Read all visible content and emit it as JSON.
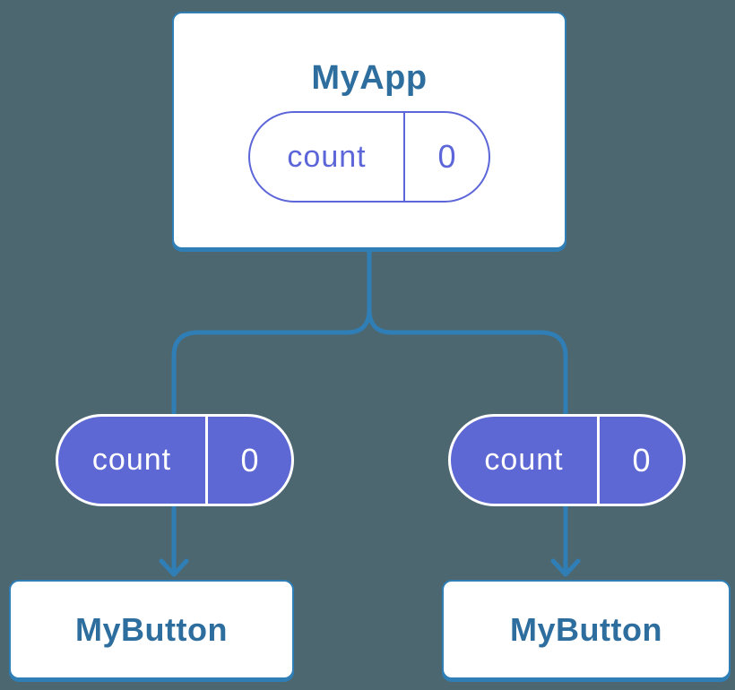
{
  "canvas": {
    "background": "#4d6770"
  },
  "colors": {
    "connector_blue": "#2f7eb6",
    "label_blue": "#2d6e9f",
    "pill_purple_fill": "#5e68d4",
    "pill_purple_outline": "#5c66d8",
    "card_white": "#ffffff"
  },
  "diagram": {
    "parent": {
      "title": "MyApp",
      "state_pill": {
        "label": "count",
        "value": "0",
        "style": "outline"
      }
    },
    "children": [
      {
        "title": "MyButton",
        "prop_pill": {
          "label": "count",
          "value": "0",
          "style": "filled"
        }
      },
      {
        "title": "MyButton",
        "prop_pill": {
          "label": "count",
          "value": "0",
          "style": "filled"
        }
      }
    ]
  }
}
